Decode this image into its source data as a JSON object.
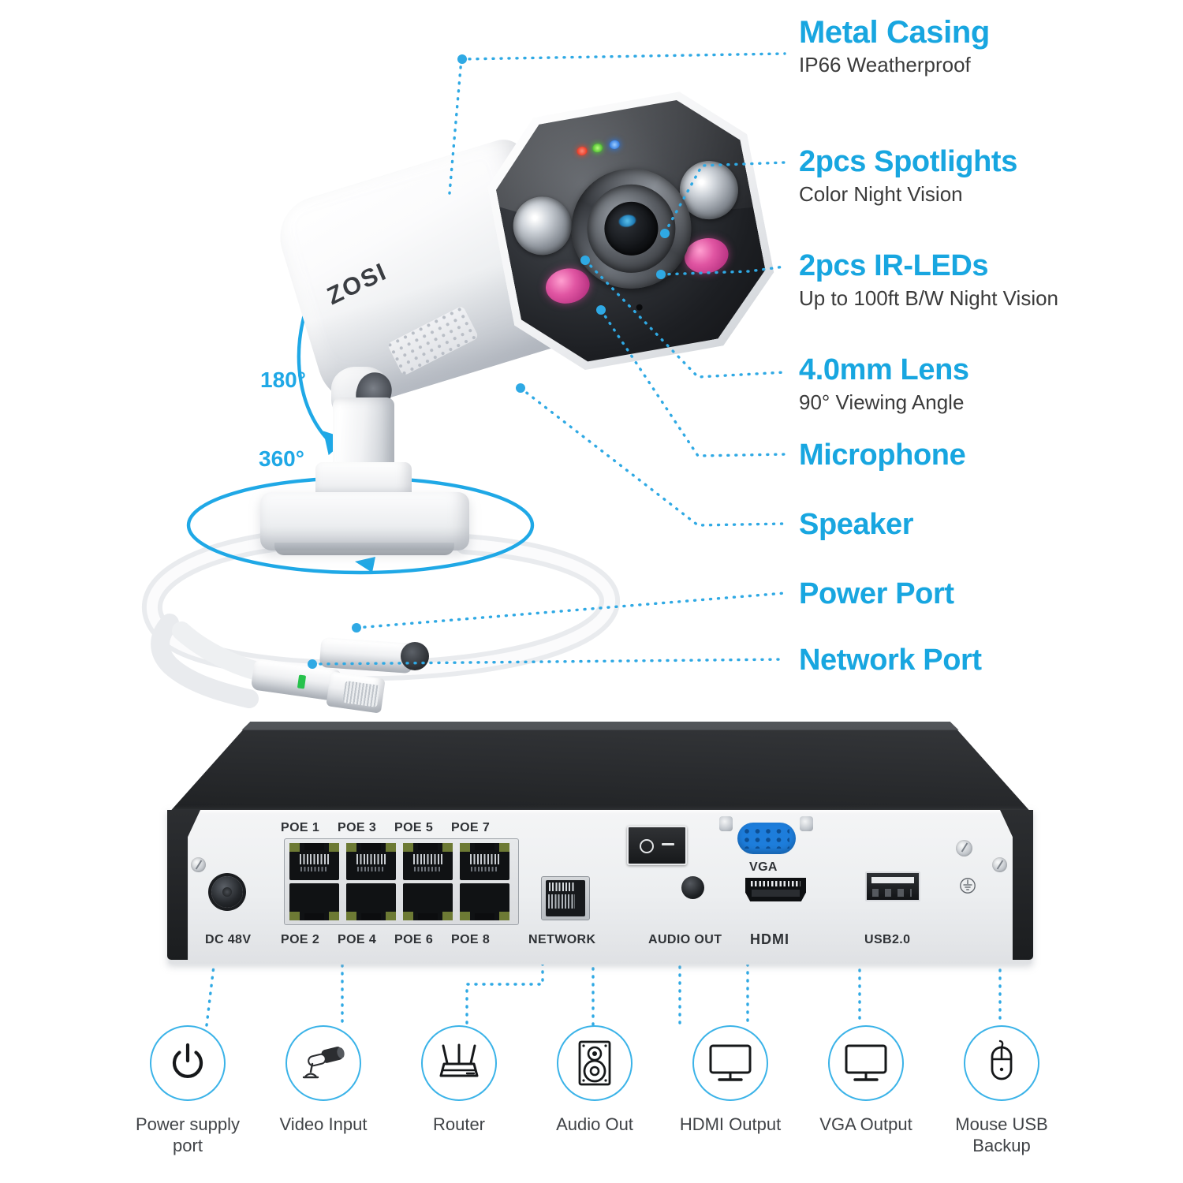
{
  "accent_color": "#18a6e0",
  "brand": "ZOSI",
  "camera": {
    "brand_logo": "ZOSI",
    "rotation": {
      "tilt_label": "180°",
      "pan_label": "360°"
    },
    "callouts": [
      {
        "id": "metal-casing",
        "title": "Metal Casing",
        "sub": "IP66 Weatherproof"
      },
      {
        "id": "spotlights",
        "title": "2pcs Spotlights",
        "sub": "Color Night Vision"
      },
      {
        "id": "ir-leds",
        "title": "2pcs IR-LEDs",
        "sub": "Up to 100ft B/W Night Vision"
      },
      {
        "id": "lens",
        "title": "4.0mm Lens",
        "sub": "90° Viewing Angle"
      },
      {
        "id": "microphone",
        "title": "Microphone",
        "sub": ""
      },
      {
        "id": "speaker",
        "title": "Speaker",
        "sub": ""
      },
      {
        "id": "power-port",
        "title": "Power Port",
        "sub": ""
      },
      {
        "id": "network-port",
        "title": "Network Port",
        "sub": ""
      }
    ]
  },
  "nvr": {
    "port_labels": {
      "dc": "DC 48V",
      "poe_top": [
        "POE 1",
        "POE 3",
        "POE 5",
        "POE 7"
      ],
      "poe_bottom": [
        "POE 2",
        "POE 4",
        "POE 6",
        "POE 8"
      ],
      "network": "NETWORK",
      "audio_out": "AUDIO OUT",
      "hdmi": "HDMI",
      "vga": "VGA",
      "usb": "USB2.0"
    }
  },
  "icon_row": [
    {
      "id": "power-supply-port",
      "icon": "power-icon",
      "caption": "Power supply\nport"
    },
    {
      "id": "video-input",
      "icon": "camera-icon",
      "caption": "Video Input"
    },
    {
      "id": "router",
      "icon": "router-icon",
      "caption": "Router"
    },
    {
      "id": "audio-out",
      "icon": "speaker-icon",
      "caption": "Audio Out"
    },
    {
      "id": "hdmi-output",
      "icon": "monitor-icon",
      "caption": "HDMI Output"
    },
    {
      "id": "vga-output",
      "icon": "monitor-icon",
      "caption": "VGA Output"
    },
    {
      "id": "mouse-usb-backup",
      "icon": "mouse-icon",
      "caption": "Mouse USB\nBackup"
    }
  ]
}
